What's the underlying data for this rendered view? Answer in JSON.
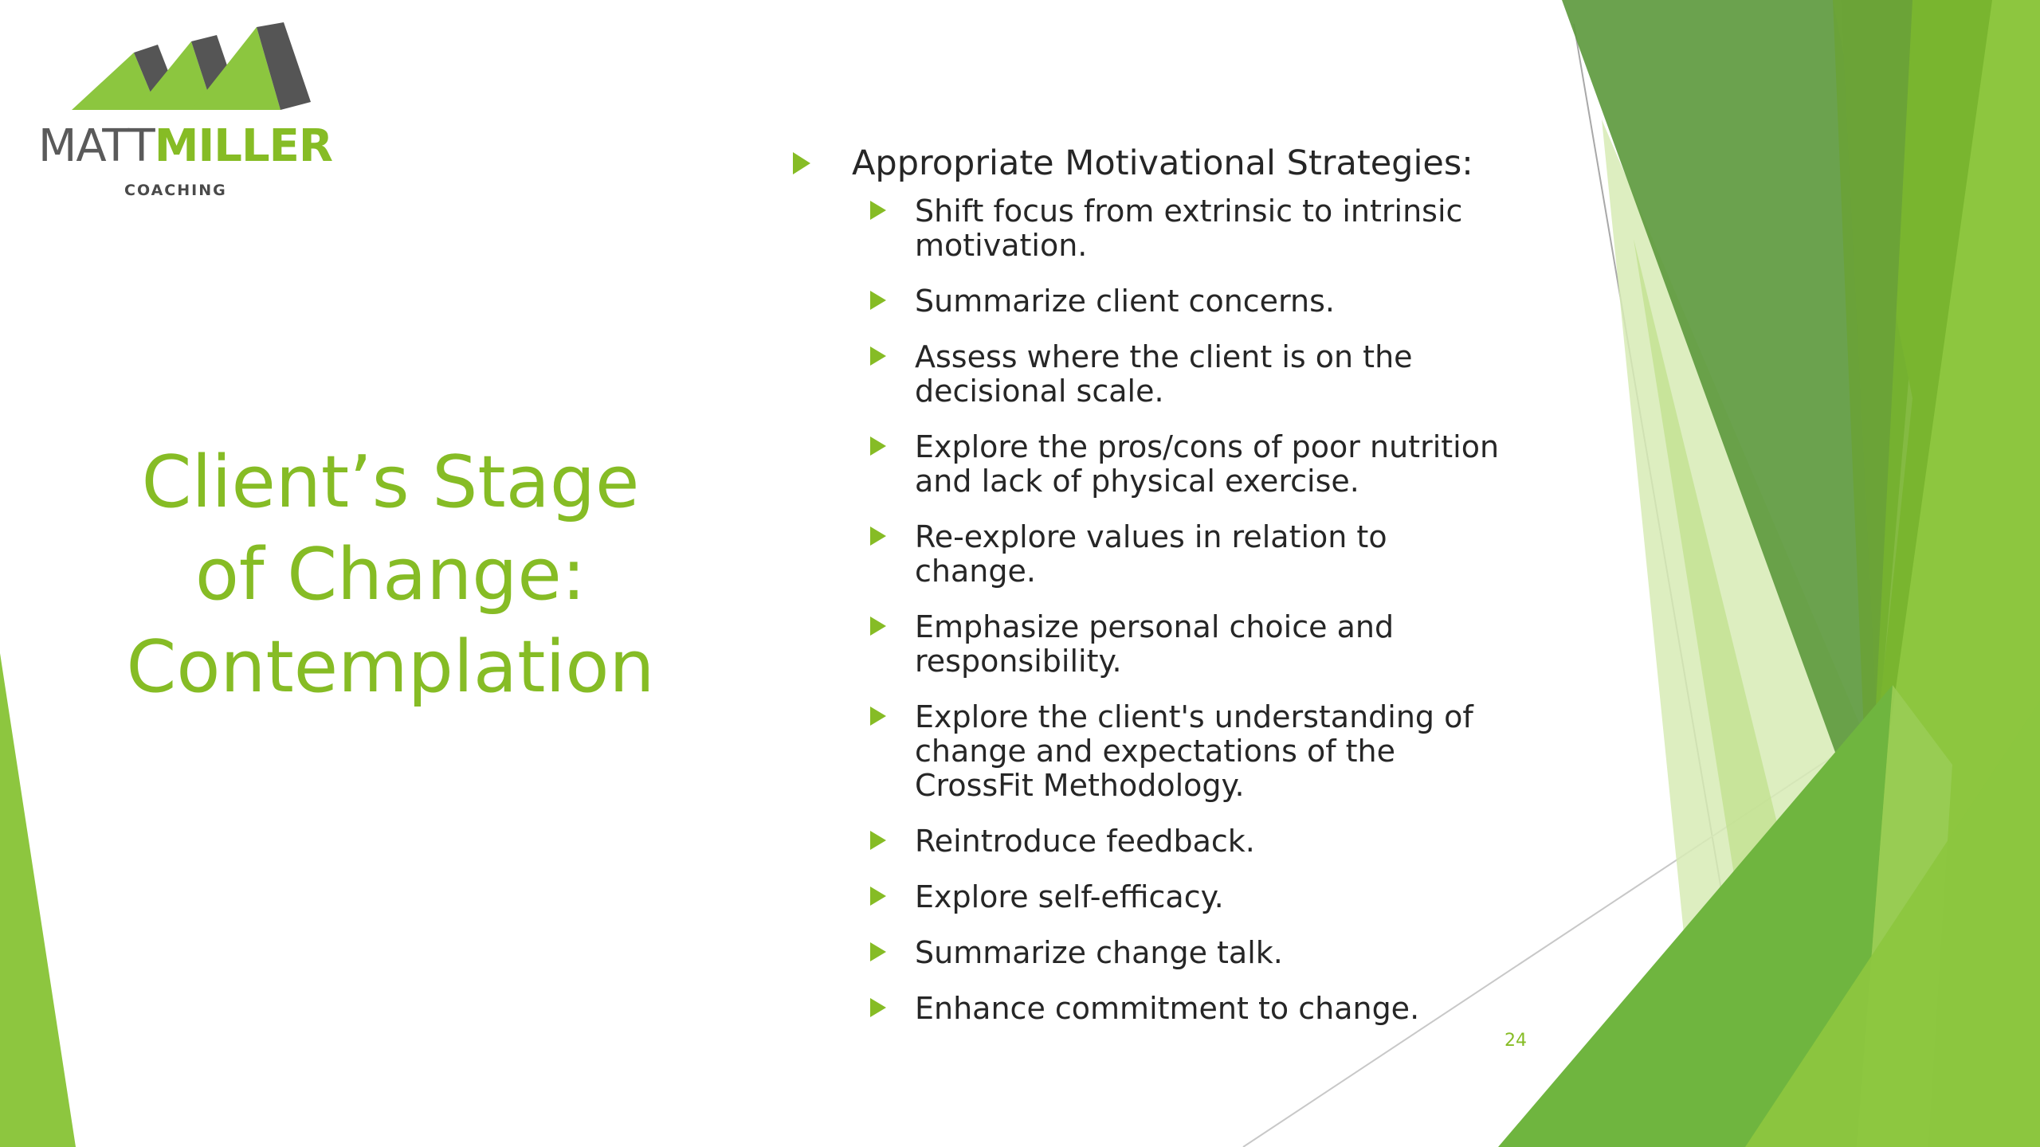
{
  "logo": {
    "word_part_1": "MATT",
    "word_part_2": "MILLER",
    "subtitle": "COACHING"
  },
  "title": {
    "lines": [
      "Client’s Stage",
      "of Change:",
      "Contemplation"
    ]
  },
  "content": {
    "heading": "Appropriate Motivational Strategies:",
    "items": [
      "Shift focus from extrinsic to intrinsic motivation.",
      "Summarize client concerns.",
      "Assess where the client is on the decisional scale.",
      "Explore the pros/cons of poor nutrition and lack of physical exercise.",
      "Re-explore values in relation to change.",
      "Emphasize personal choice and responsibility.",
      "Explore the client's understanding of change and expectations of the CrossFit Methodology.",
      "Reintroduce feedback.",
      "Explore self-efficacy.",
      "Summarize change talk.",
      "Enhance commitment to change."
    ]
  },
  "page_number": "24",
  "colors": {
    "accent": "#86bc25",
    "dark_green": "#5a9a3a",
    "light_green": "#c9e59a",
    "text": "#262626"
  }
}
